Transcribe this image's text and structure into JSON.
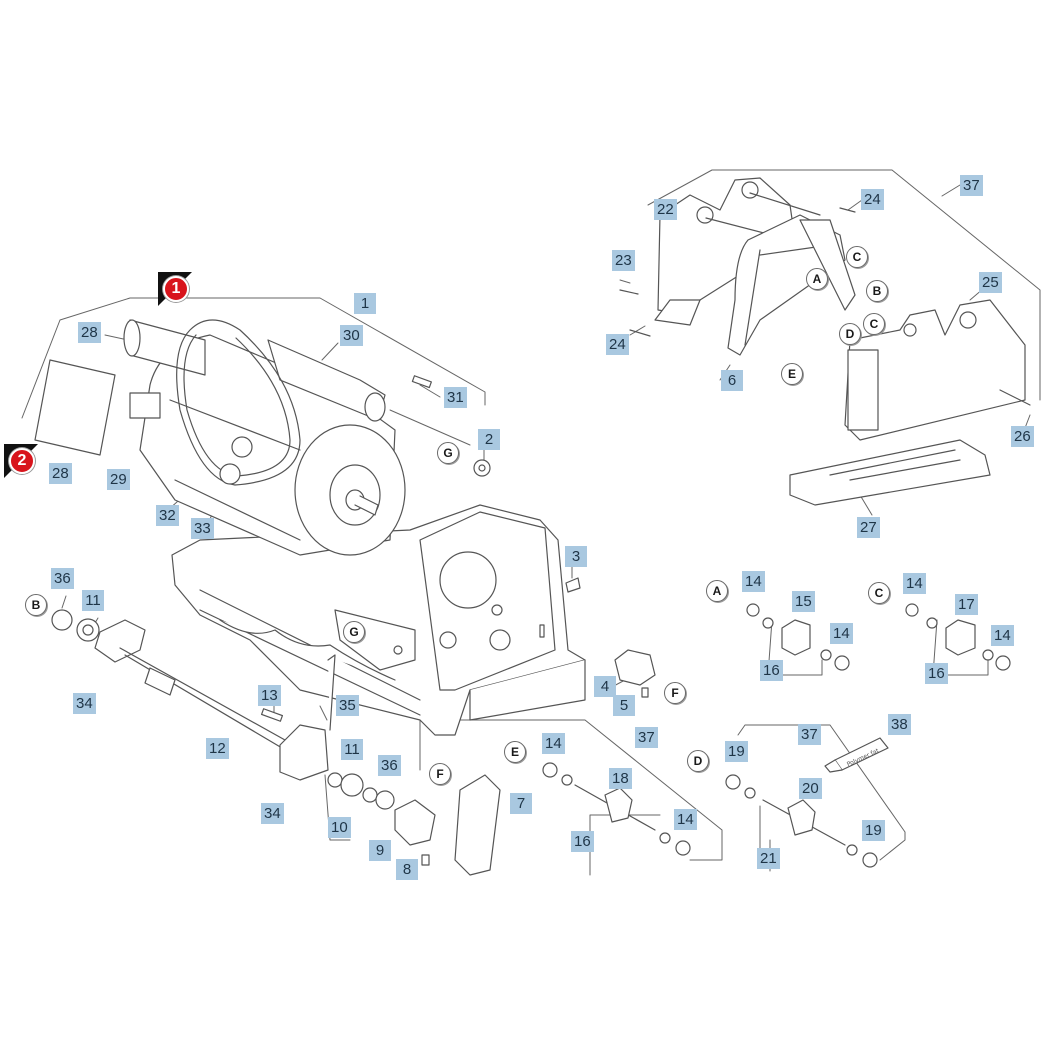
{
  "colors": {
    "label_bg": "#a9c8e0",
    "label_fg": "#1f3547",
    "marker_red": "#d8141c",
    "line": "#555555"
  },
  "markers": [
    {
      "id": "m1",
      "text": "1"
    },
    {
      "id": "m2",
      "text": "2"
    }
  ],
  "labels": [
    {
      "id": "l1",
      "text": "1"
    },
    {
      "id": "l2",
      "text": "2"
    },
    {
      "id": "l3",
      "text": "3"
    },
    {
      "id": "l4",
      "text": "4"
    },
    {
      "id": "l5",
      "text": "5"
    },
    {
      "id": "l6",
      "text": "6"
    },
    {
      "id": "l7",
      "text": "7"
    },
    {
      "id": "l8",
      "text": "8"
    },
    {
      "id": "l9",
      "text": "9"
    },
    {
      "id": "l10",
      "text": "10"
    },
    {
      "id": "l11a",
      "text": "11"
    },
    {
      "id": "l11b",
      "text": "11"
    },
    {
      "id": "l12",
      "text": "12"
    },
    {
      "id": "l13",
      "text": "13"
    },
    {
      "id": "l14a",
      "text": "14"
    },
    {
      "id": "l14b",
      "text": "14"
    },
    {
      "id": "l14c",
      "text": "14"
    },
    {
      "id": "l14d",
      "text": "14"
    },
    {
      "id": "l14e",
      "text": "14"
    },
    {
      "id": "l14f",
      "text": "14"
    },
    {
      "id": "l15",
      "text": "15"
    },
    {
      "id": "l16a",
      "text": "16"
    },
    {
      "id": "l16b",
      "text": "16"
    },
    {
      "id": "l16c",
      "text": "16"
    },
    {
      "id": "l17",
      "text": "17"
    },
    {
      "id": "l18",
      "text": "18"
    },
    {
      "id": "l19a",
      "text": "19"
    },
    {
      "id": "l19b",
      "text": "19"
    },
    {
      "id": "l20",
      "text": "20"
    },
    {
      "id": "l21",
      "text": "21"
    },
    {
      "id": "l22",
      "text": "22"
    },
    {
      "id": "l23",
      "text": "23"
    },
    {
      "id": "l24a",
      "text": "24"
    },
    {
      "id": "l24b",
      "text": "24"
    },
    {
      "id": "l25",
      "text": "25"
    },
    {
      "id": "l26",
      "text": "26"
    },
    {
      "id": "l27",
      "text": "27"
    },
    {
      "id": "l28a",
      "text": "28"
    },
    {
      "id": "l28b",
      "text": "28"
    },
    {
      "id": "l29",
      "text": "29"
    },
    {
      "id": "l30",
      "text": "30"
    },
    {
      "id": "l31",
      "text": "31"
    },
    {
      "id": "l32",
      "text": "32"
    },
    {
      "id": "l33",
      "text": "33"
    },
    {
      "id": "l34a",
      "text": "34"
    },
    {
      "id": "l34b",
      "text": "34"
    },
    {
      "id": "l35",
      "text": "35"
    },
    {
      "id": "l36a",
      "text": "36"
    },
    {
      "id": "l36b",
      "text": "36"
    },
    {
      "id": "l37a",
      "text": "37"
    },
    {
      "id": "l37b",
      "text": "37"
    },
    {
      "id": "l37c",
      "text": "37"
    },
    {
      "id": "l38",
      "text": "38"
    }
  ],
  "letters": [
    {
      "id": "tA1",
      "text": "A"
    },
    {
      "id": "tA2",
      "text": "A"
    },
    {
      "id": "tB1",
      "text": "B"
    },
    {
      "id": "tB2",
      "text": "B"
    },
    {
      "id": "tC1",
      "text": "C"
    },
    {
      "id": "tC2",
      "text": "C"
    },
    {
      "id": "tC3",
      "text": "C"
    },
    {
      "id": "tD1",
      "text": "D"
    },
    {
      "id": "tD2",
      "text": "D"
    },
    {
      "id": "tE1",
      "text": "E"
    },
    {
      "id": "tE2",
      "text": "E"
    },
    {
      "id": "tF1",
      "text": "F"
    },
    {
      "id": "tF2",
      "text": "F"
    },
    {
      "id": "tG1",
      "text": "G"
    },
    {
      "id": "tG2",
      "text": "G"
    }
  ],
  "tube_text": "Polymer fat"
}
